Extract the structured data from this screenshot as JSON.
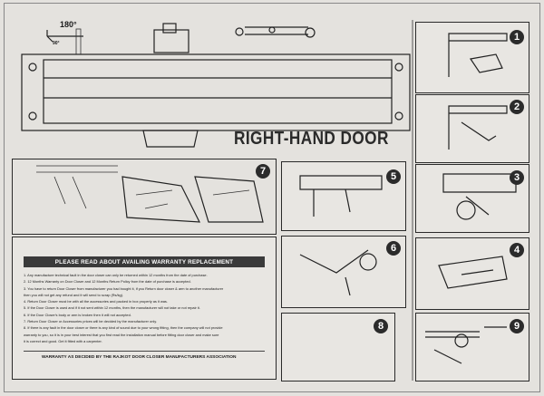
{
  "header": {
    "degree_label": "180°",
    "small_degree": "90°",
    "title": "RIGHT-HAND DOOR"
  },
  "steps": {
    "s1": "1",
    "s2": "2",
    "s3": "3",
    "s4": "4",
    "s5": "5",
    "s6": "6",
    "s7": "7",
    "s8": "8",
    "s9": "9"
  },
  "warranty": {
    "heading": "PLEASE READ ABOUT AVAILING WARRANTY REPLACEMENT",
    "items": [
      "1. Any manufacture technical fault in the door closer can only be returned within 12 months from the date of purchase.",
      "2. 12 Months Warranty on Door Closer and 12 Months Return Policy from the date of purchase is accepted.",
      "3. You have to return Door Closer from manufacturer you had bought it, if you Return door closer & arm to another manufacturer",
      "   then you will not get any refund and it will send to scrap (Rs/kg).",
      "4. Return Door Closer must be with all the accessories and packed in box properly as it was.",
      "5. If the Door Closer is used and if it not sent within 12 months, then the manufacturer will not take or not repair it.",
      "6. If the Door Closer's body or arm is broken then it will not accepted.",
      "7. Return Door Closer or Accessories prices will be decided by the manufacturer only.",
      "8. If there is any fault in the door closer or there is any kind of sound due to your wrong fitting, then the company will not provide",
      "   warranty to you, so it is in your best interest that you first read the installation manual before fitting door closer and make sure",
      "   it is correct and good. Get it fitted with a carpenter."
    ],
    "footer": "WARRANTY AS DECIDED BY THE RAJKOT DOOR CLOSER MANUFACTURERS ASSOCIATION"
  },
  "colors": {
    "ink": "#1a1a1a",
    "paper": "#e4e2de",
    "badge": "#2b2b2b"
  }
}
